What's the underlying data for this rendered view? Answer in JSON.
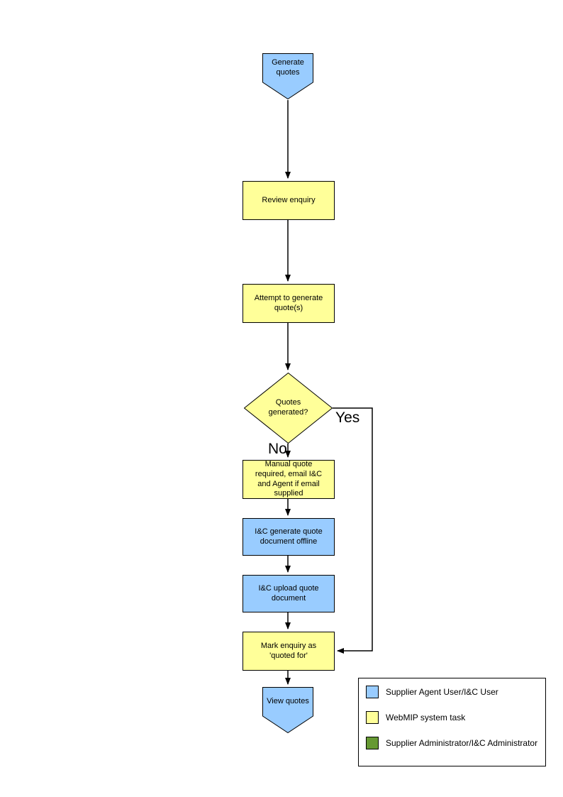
{
  "colors": {
    "node-blue": "#99CCFF",
    "node-yellow": "#FFFF99",
    "node-green": "#669933",
    "line": "#000000"
  },
  "flowchart": {
    "nodes": {
      "start": "Generate quotes",
      "review": "Review enquiry",
      "attempt": "Attempt to generate quote(s)",
      "decision": "Quotes generated?",
      "manual": "Manual quote required, email I&C and Agent if email supplied",
      "offline": "I&C generate quote document offline",
      "upload": "I&C upload quote document",
      "mark": "Mark enquiry as 'quoted for'",
      "end": "View quotes"
    },
    "branch_labels": {
      "yes": "Yes",
      "no": "No"
    }
  },
  "legend": {
    "items": [
      {
        "color": "#99CCFF",
        "label": "Supplier Agent User/I&C User"
      },
      {
        "color": "#FFFF99",
        "label": "WebMIP system task"
      },
      {
        "color": "#669933",
        "label": "Supplier Administrator/I&C Administrator"
      }
    ]
  }
}
